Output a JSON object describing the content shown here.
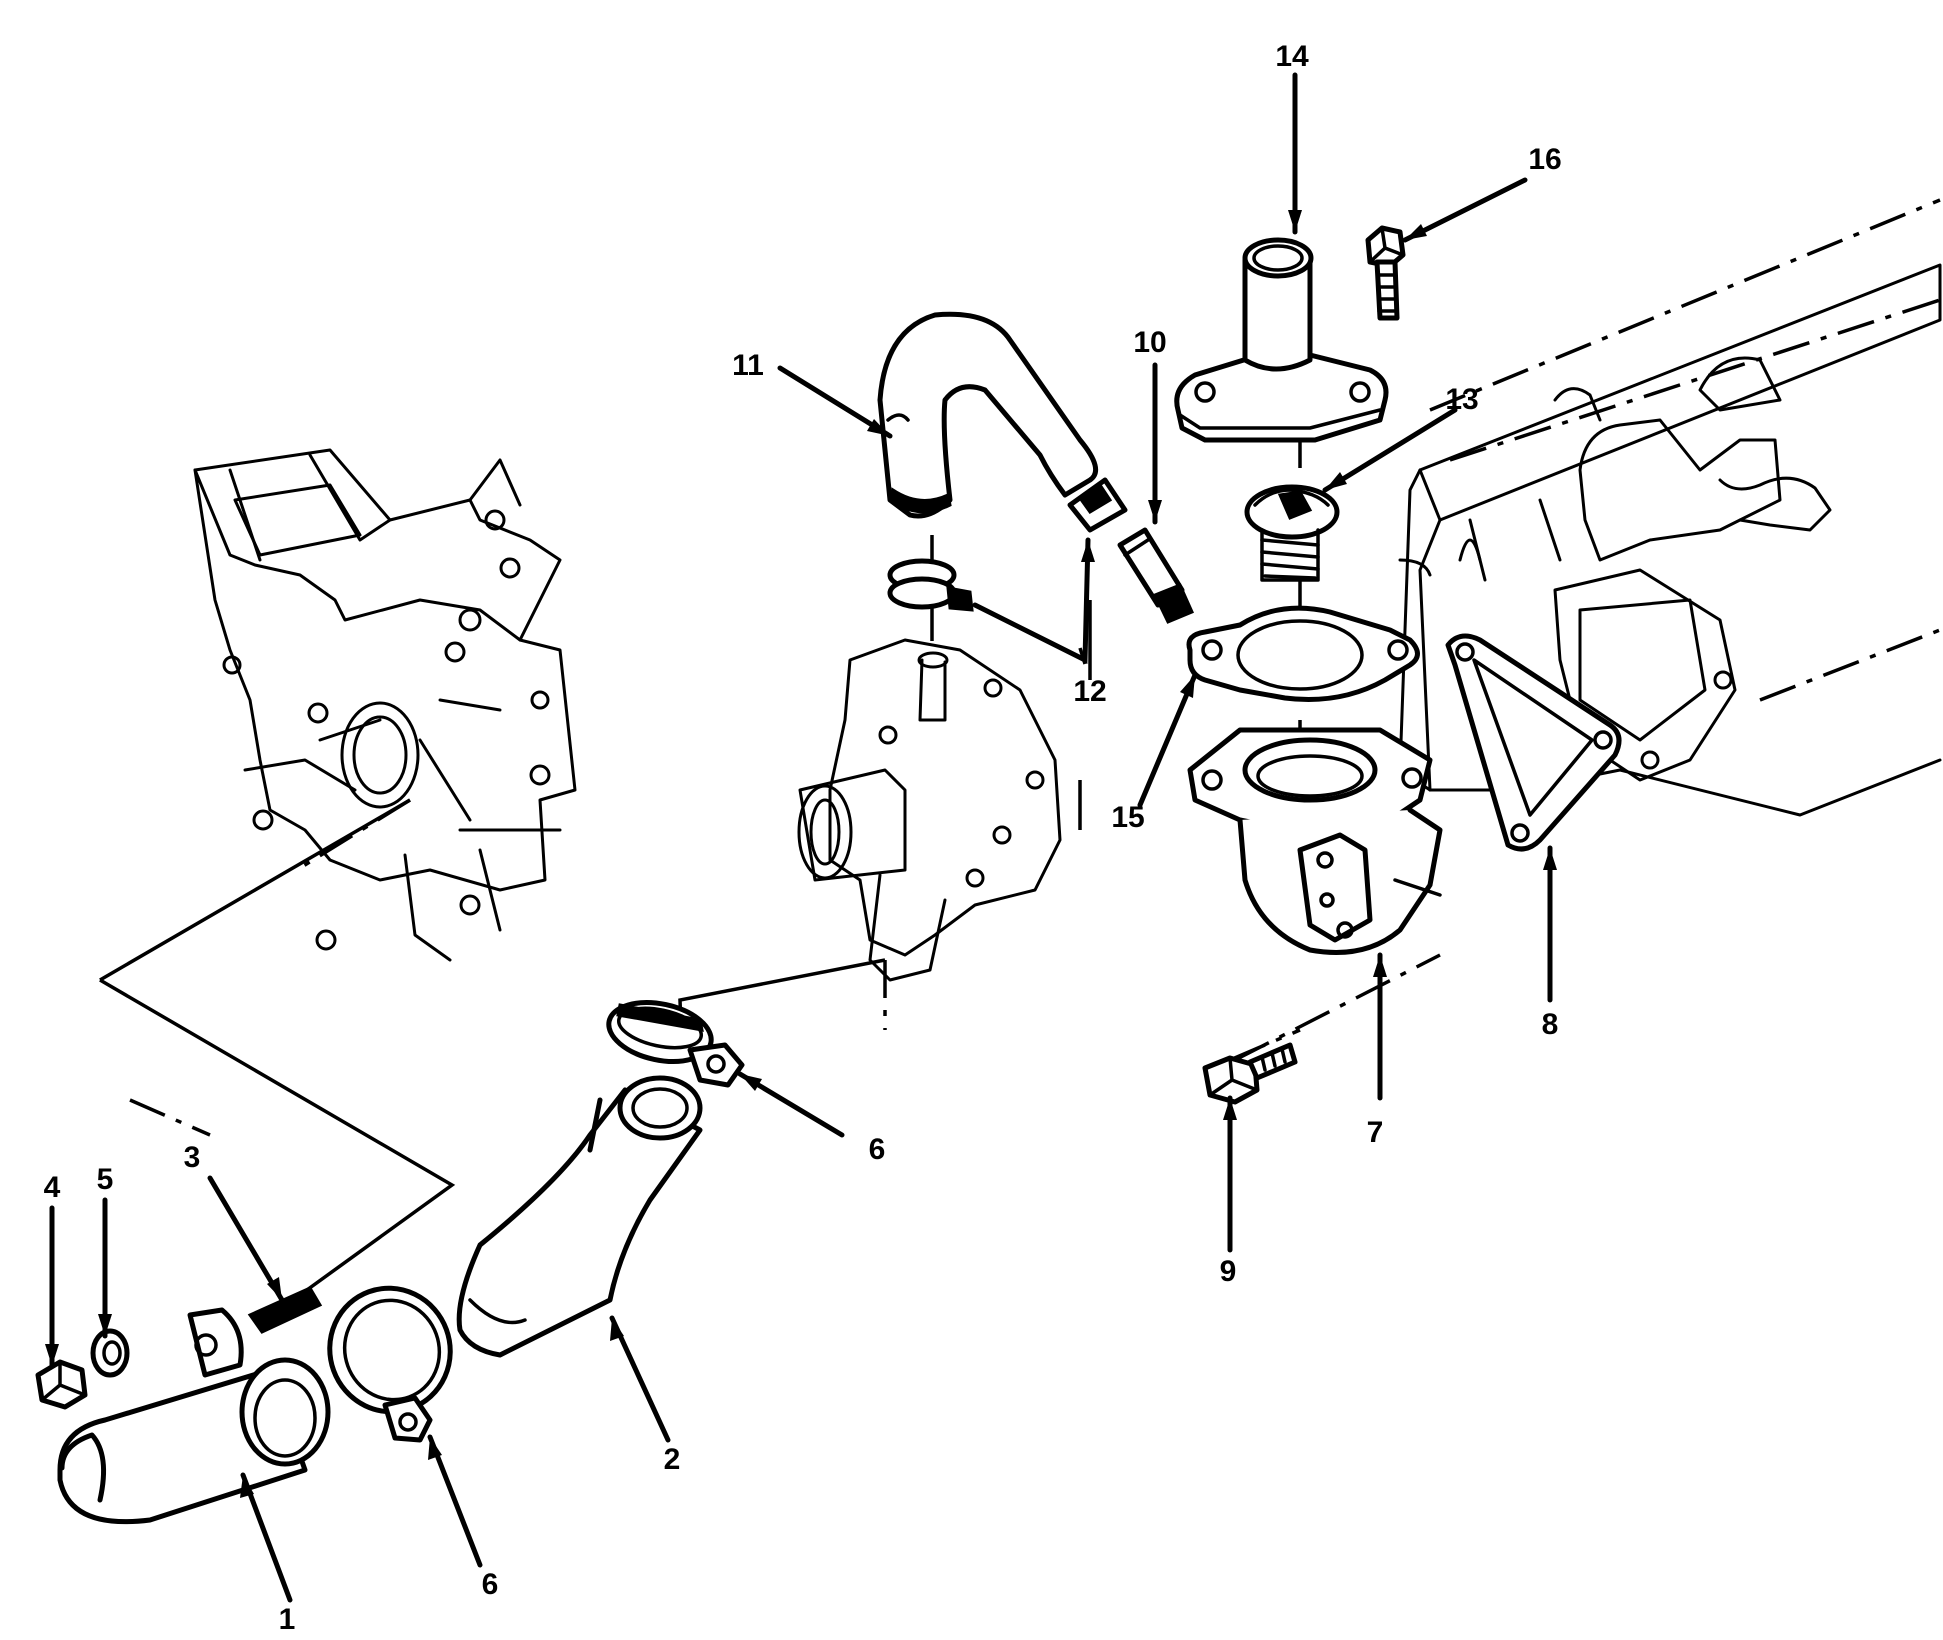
{
  "callouts": [
    {
      "id": "1",
      "text": "1"
    },
    {
      "id": "2",
      "text": "2"
    },
    {
      "id": "3",
      "text": "3"
    },
    {
      "id": "4",
      "text": "4"
    },
    {
      "id": "5",
      "text": "5"
    },
    {
      "id": "6a",
      "text": "6"
    },
    {
      "id": "6b",
      "text": "6"
    },
    {
      "id": "7",
      "text": "7"
    },
    {
      "id": "8",
      "text": "8"
    },
    {
      "id": "9",
      "text": "9"
    },
    {
      "id": "10",
      "text": "10"
    },
    {
      "id": "11",
      "text": "11"
    },
    {
      "id": "12",
      "text": "12"
    },
    {
      "id": "13",
      "text": "13"
    },
    {
      "id": "14",
      "text": "14"
    },
    {
      "id": "15",
      "text": "15"
    },
    {
      "id": "16",
      "text": "16"
    }
  ],
  "colors": {
    "ink": "#000000",
    "paper": "#ffffff"
  }
}
